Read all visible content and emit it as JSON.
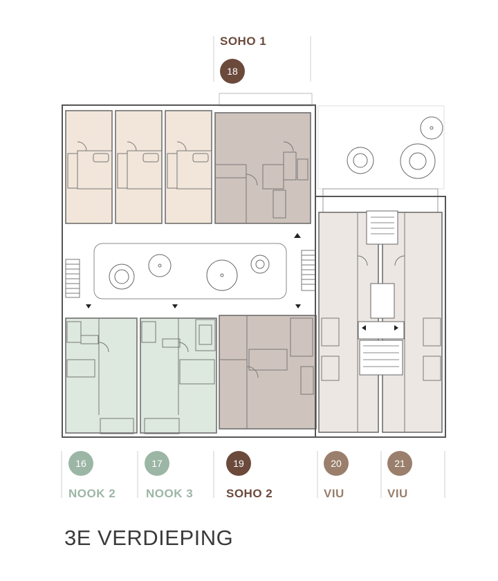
{
  "floor_title": "3E VERDIEPING",
  "colors": {
    "soho": "#6b4a3c",
    "nook": "#9cb6a5",
    "viu": "#9a7f6c",
    "fill_cream": "#f2e6da",
    "fill_mauve": "#cfc3bd",
    "fill_mint": "#dde8de",
    "fill_grey": "#ece7e3",
    "line": "#555555"
  },
  "units": {
    "soho1": {
      "number": "18",
      "name": "SOHO 1"
    },
    "nook2": {
      "number": "16",
      "name": "NOOK 2"
    },
    "nook3": {
      "number": "17",
      "name": "NOOK 3"
    },
    "soho2": {
      "number": "19",
      "name": "SOHO 2"
    },
    "viu20": {
      "number": "20",
      "name": "VIU"
    },
    "viu21": {
      "number": "21",
      "name": "VIU"
    }
  },
  "icons": {
    "tree": "tree-icon",
    "arrow_down": "arrow-down-icon",
    "arrow_up": "arrow-up-icon",
    "stairs": "stairs-icon"
  }
}
